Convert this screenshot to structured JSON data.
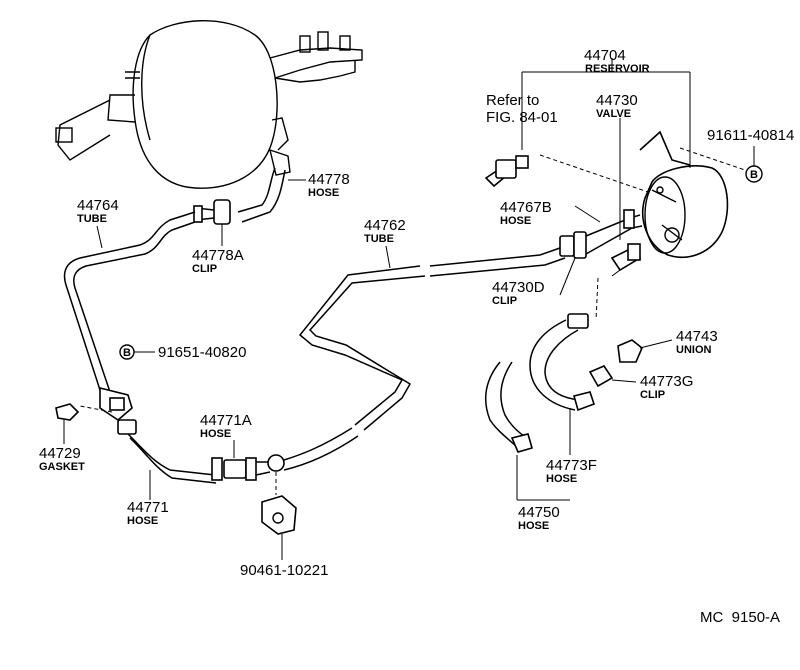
{
  "labels": {
    "reservoir_pn": "44704",
    "reservoir_name": "RESERVOIR",
    "refer_line1": "Refer to",
    "refer_line2": "FIG. 84-01",
    "valve_pn": "44730",
    "valve_name": "VALVE",
    "bolt_right_pn": "91611-40814",
    "bolt_right_letter": "B",
    "hose_44778_pn": "44778",
    "hose_44778_name": "HOSE",
    "tube_44764_pn": "44764",
    "tube_44764_name": "TUBE",
    "clip_44778a_pn": "44778A",
    "clip_44778a_name": "CLIP",
    "tube_44762_pn": "44762",
    "tube_44762_name": "TUBE",
    "hose_44767b_pn": "44767B",
    "hose_44767b_name": "HOSE",
    "clip_44730d_pn": "44730D",
    "clip_44730d_name": "CLIP",
    "union_44743_pn": "44743",
    "union_44743_name": "UNION",
    "bolt_left_letter": "B",
    "bolt_left_pn": "91651-40820",
    "clip_44773g_pn": "44773G",
    "clip_44773g_name": "CLIP",
    "hose_44771a_pn": "44771A",
    "hose_44771a_name": "HOSE",
    "gasket_44729_pn": "44729",
    "gasket_44729_name": "GASKET",
    "hose_44773f_pn": "44773F",
    "hose_44773f_name": "HOSE",
    "hose_44771_pn": "44771",
    "hose_44771_name": "HOSE",
    "hose_44750_pn": "44750",
    "hose_44750_name": "HOSE",
    "bracket_pn": "90461-10221",
    "figure_code": "MC  9150-A"
  }
}
